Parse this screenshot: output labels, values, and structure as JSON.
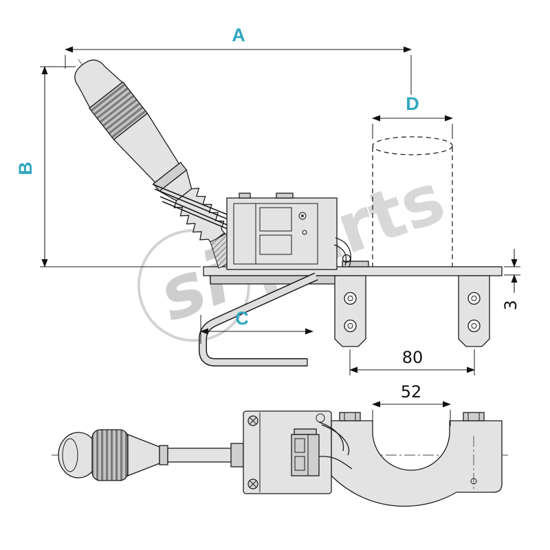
{
  "colors": {
    "background": "#ffffff",
    "line": "#1a1a1a",
    "fill_light": "#e3e3e3",
    "fill_mid": "#cfcfcf",
    "dim_label": "#2fa7c0",
    "watermark": "#d2d2d2"
  },
  "watermark": {
    "si": "si",
    "parts": "parts"
  },
  "side_view": {
    "dims": {
      "overall_width": "A",
      "overall_height": "B",
      "rod_offset": "C",
      "column_diameter": "D",
      "plate_thickness": "3",
      "hole_spacing": "80"
    }
  },
  "top_view": {
    "dims": {
      "clamp_opening": "52"
    }
  }
}
